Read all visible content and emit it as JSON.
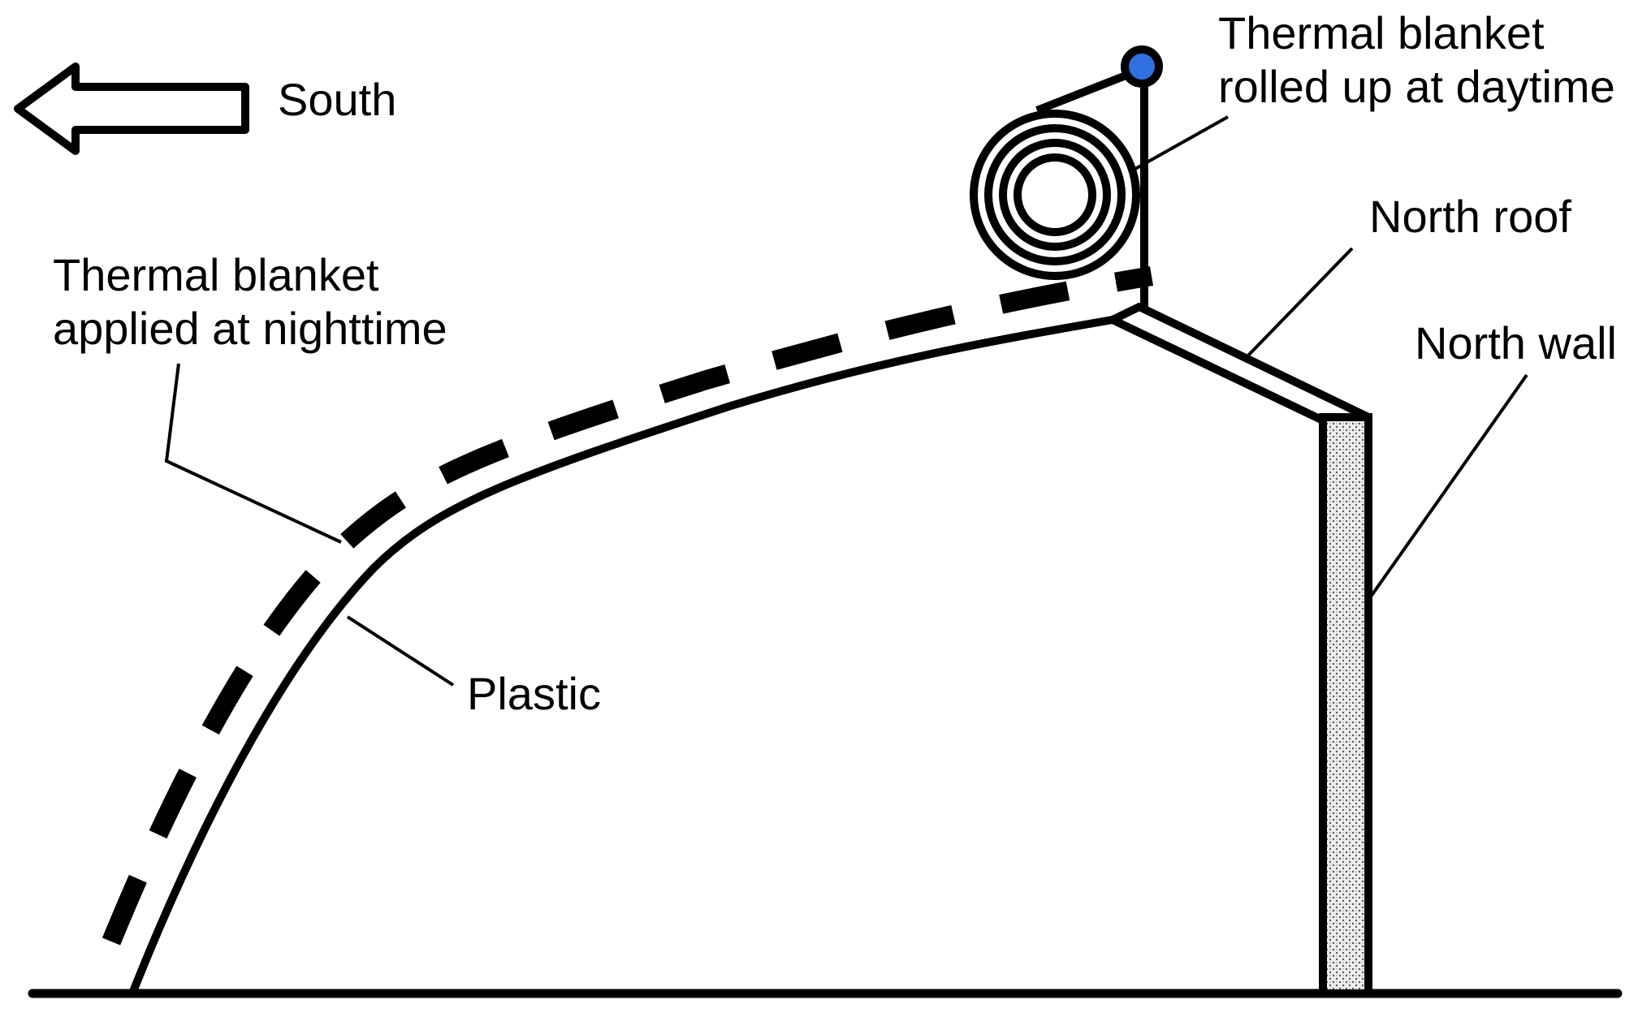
{
  "labels": {
    "direction": "South",
    "blanket_day_line1": "Thermal blanket",
    "blanket_day_line2": "rolled up at daytime",
    "north_roof": "North roof",
    "north_wall": "North wall",
    "blanket_night_line1": "Thermal blanket",
    "blanket_night_line2": "applied at nighttime",
    "plastic": "Plastic"
  },
  "colors": {
    "ink": "#000000",
    "roller_pivot": "#2f6fe0",
    "wall_fill": "#d9d9d9"
  }
}
